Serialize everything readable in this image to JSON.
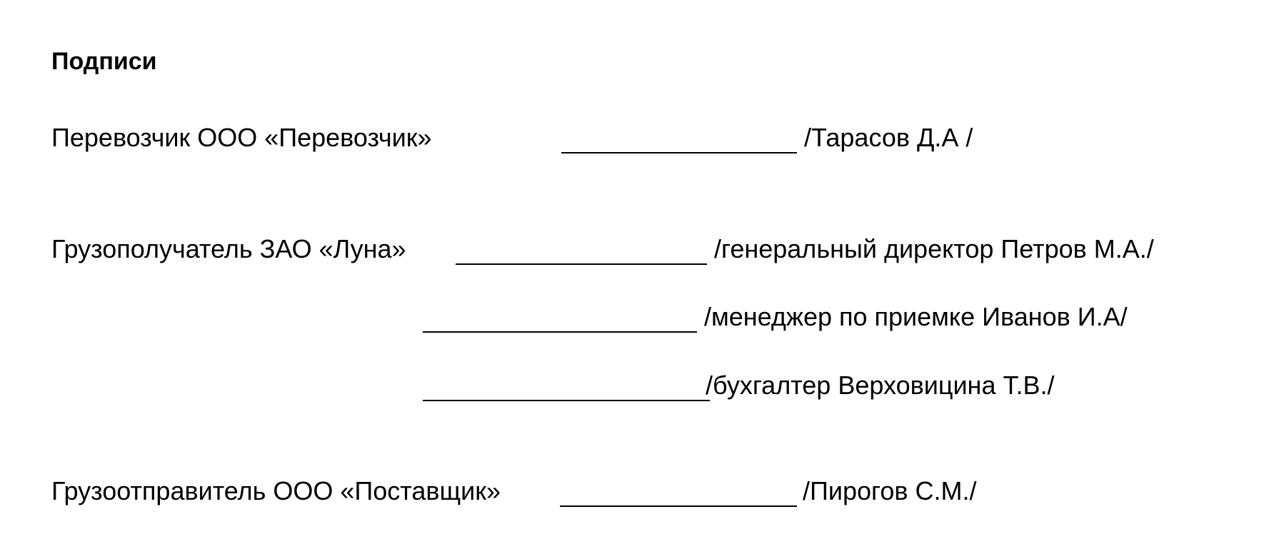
{
  "document": {
    "heading": "Подписи",
    "signatures": [
      {
        "party": "Перевозчик ООО «Перевозчик»",
        "signers": [
          "/Тарасов Д.А /"
        ]
      },
      {
        "party": "Грузополучатель ЗАО «Луна»",
        "signers": [
          "/генеральный директор Петров М.А./",
          "/менеджер по приемке Иванов И.А/",
          "/бухгалтер Верховицина Т.В./"
        ]
      },
      {
        "party": "Грузоотправитель ООО «Поставщик»",
        "signers": [
          "/Пирогов С.М./"
        ]
      }
    ]
  }
}
